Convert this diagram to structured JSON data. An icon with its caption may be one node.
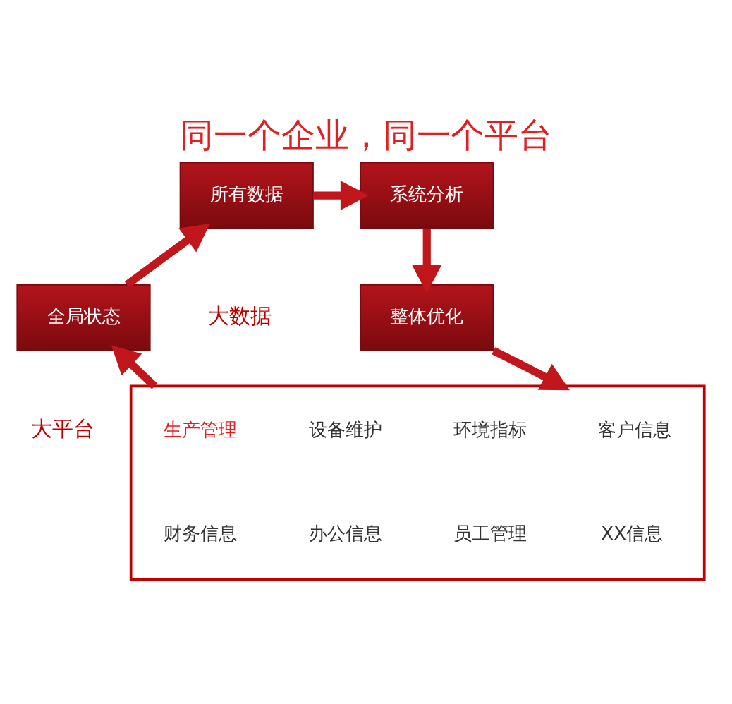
{
  "diagram": {
    "title": "同一个企业，同一个平台",
    "nodes": [
      {
        "text": [
          "所有数据"
        ]
      },
      {
        "text": [
          "系统分析"
        ]
      },
      {
        "text": [
          "整体优化"
        ]
      },
      {
        "text": [
          "全局状态"
        ]
      },
      {
        "text": [],
        "shape": "box"
      },
      {
        "text": [
          "生产管理"
        ],
        "in": 4
      },
      {
        "text": [
          "设备维护"
        ],
        "in": 4
      },
      {
        "text": [
          "环境指标"
        ],
        "in": 4
      },
      {
        "text": [
          "客户信息"
        ],
        "in": 4
      },
      {
        "text": [
          "财务信息"
        ],
        "in": 4
      },
      {
        "text": [
          "办公信息"
        ],
        "in": 4
      },
      {
        "text": [
          "员工管理"
        ],
        "in": 4
      },
      {
        "text": [
          "XX信息"
        ],
        "in": 4
      }
    ],
    "edges": [
      {
        "from": 0,
        "to": 1,
        "arrow": "to"
      },
      {
        "from": 1,
        "to": 2,
        "arrow": "to"
      },
      {
        "from": 2,
        "to": 4,
        "arrow": "to"
      },
      {
        "from": 4,
        "to": 3,
        "arrow": "to"
      },
      {
        "from": 3,
        "to": 0,
        "arrow": "to"
      }
    ],
    "labels": [
      "大数据",
      "大平台"
    ]
  }
}
